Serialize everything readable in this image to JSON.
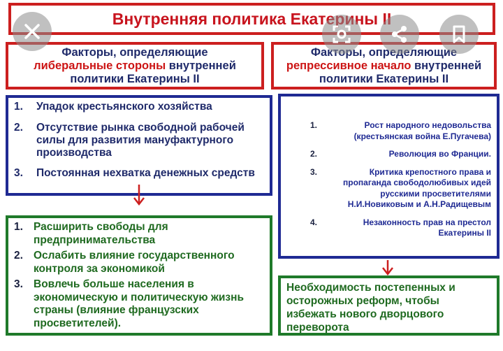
{
  "title": "Внутренняя политика Екатерины II",
  "liberal": {
    "heading_pre": "Факторы, определяющие",
    "heading_highlight": "либеральные стороны",
    "heading_post_1": "внутренней",
    "heading_post_2": "политики Екатерины II",
    "items": [
      {
        "num": "1.",
        "text": "Упадок крестьянского хозяйства"
      },
      {
        "num": "2.",
        "text": "Отсутствие рынка свободной рабочей силы для развития мануфактурного производства"
      },
      {
        "num": "3.",
        "text": "Постоянная нехватка денежных средств"
      }
    ],
    "recommendations": [
      {
        "num": "1.",
        "text": "Расширить свободы для предпринимательства"
      },
      {
        "num": "2.",
        "text": "Ослабить влияние государственного контроля за экономикой"
      },
      {
        "num": "3.",
        "text": "Вовлечь больше населения в экономическую и политическую жизнь страны (влияние французских просветителей)."
      }
    ]
  },
  "repressive": {
    "heading_pre": "Факторы, определяющие",
    "heading_highlight": "репрессивное начало",
    "heading_post_1": "внутренней",
    "heading_post_2": "политики Екатерины II",
    "items": [
      {
        "num": "1.",
        "text": "Рост народного недовольства (крестьянская война Е.Пугачева)"
      },
      {
        "num": "2.",
        "text": "Революция во Франции."
      },
      {
        "num": "3.",
        "text": "Критика крепостного права и пропаганда свободолюбивых идей русскими просветителями Н.И.Новиковым и А.Н.Радищевым"
      },
      {
        "num": "4.",
        "text": "Незаконность прав на престол Екатерины II"
      }
    ],
    "conclusion": "Необходимость постепенных и осторожных реформ, чтобы избежать нового дворцового переворота"
  },
  "overlay_icons": [
    "close-icon",
    "lens-icon",
    "share-icon",
    "bookmark-icon"
  ],
  "colors": {
    "red": "#cc1f1f",
    "blue": "#1f2a93",
    "green": "#1f7a2a",
    "navy_text": "#1f2a6a",
    "green_text": "#1f6a20"
  }
}
